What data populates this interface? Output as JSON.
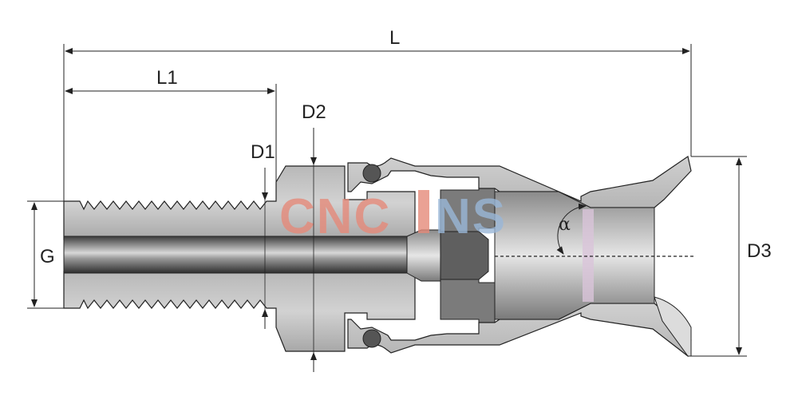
{
  "labels": {
    "L": "L",
    "L1": "L1",
    "D1": "D1",
    "D2": "D2",
    "D3": "D3",
    "G": "G",
    "alpha": "α"
  },
  "watermark": {
    "part1": "CNC",
    "part2": "NS"
  },
  "colors": {
    "line": "#222222",
    "body_fill": "#c8c8c8",
    "body_dark": "#6e6e6e",
    "watermark_red": "#e58a7a",
    "watermark_blue": "#9ab7d8"
  }
}
